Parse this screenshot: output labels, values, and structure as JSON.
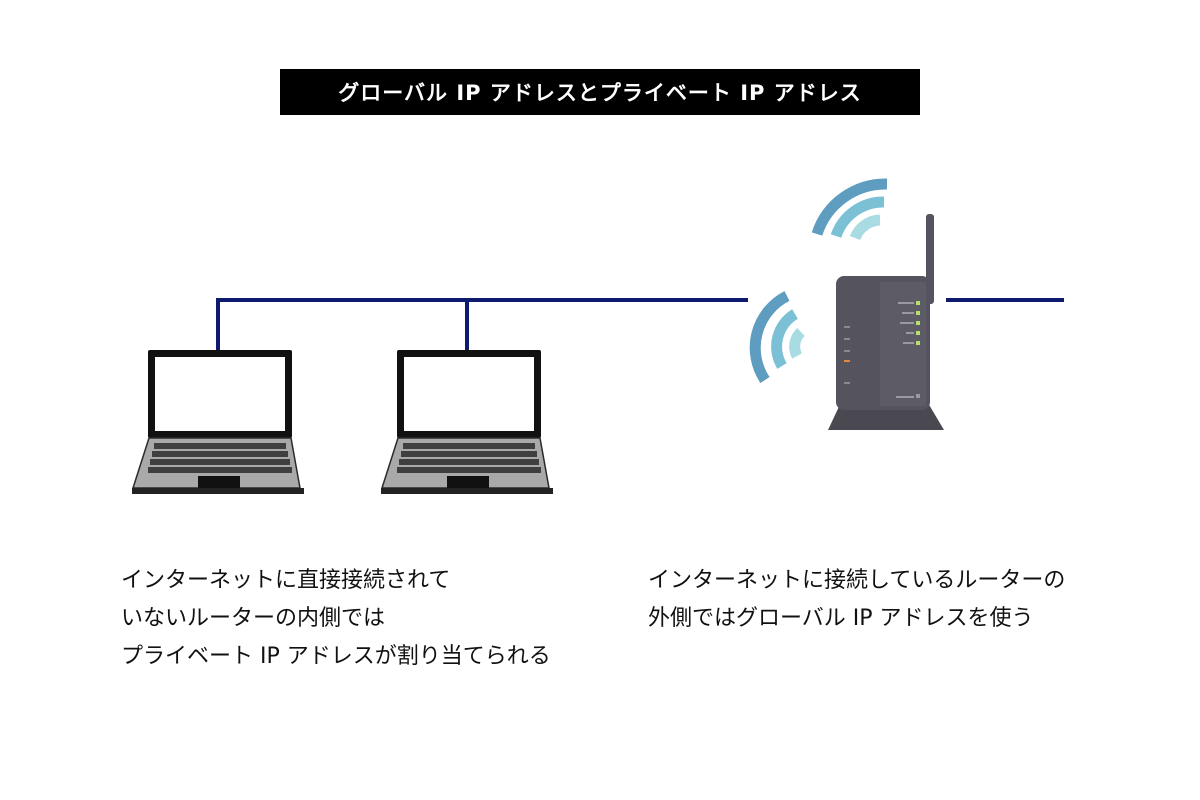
{
  "title": "グローバル IP アドレスとプライベート IP アドレス",
  "captions": {
    "left": [
      "インターネットに直接接続されて",
      "いないルーターの内側では",
      "プライベート IP アドレスが割り当てられる"
    ],
    "right": [
      "インターネットに接続しているルーターの",
      "外側ではグローバル IP アドレスを使う"
    ]
  },
  "colors": {
    "cable": "#0d1a6e",
    "router_body": "#55545e",
    "wifi_outer": "#5e9dc0",
    "wifi_mid": "#7cc0d6",
    "wifi_inner": "#a8dbe2",
    "led_green": "#b6e06a",
    "led_orange": "#e7873b",
    "laptop_frame": "#111111",
    "laptop_deck": "#a9a9a9"
  }
}
